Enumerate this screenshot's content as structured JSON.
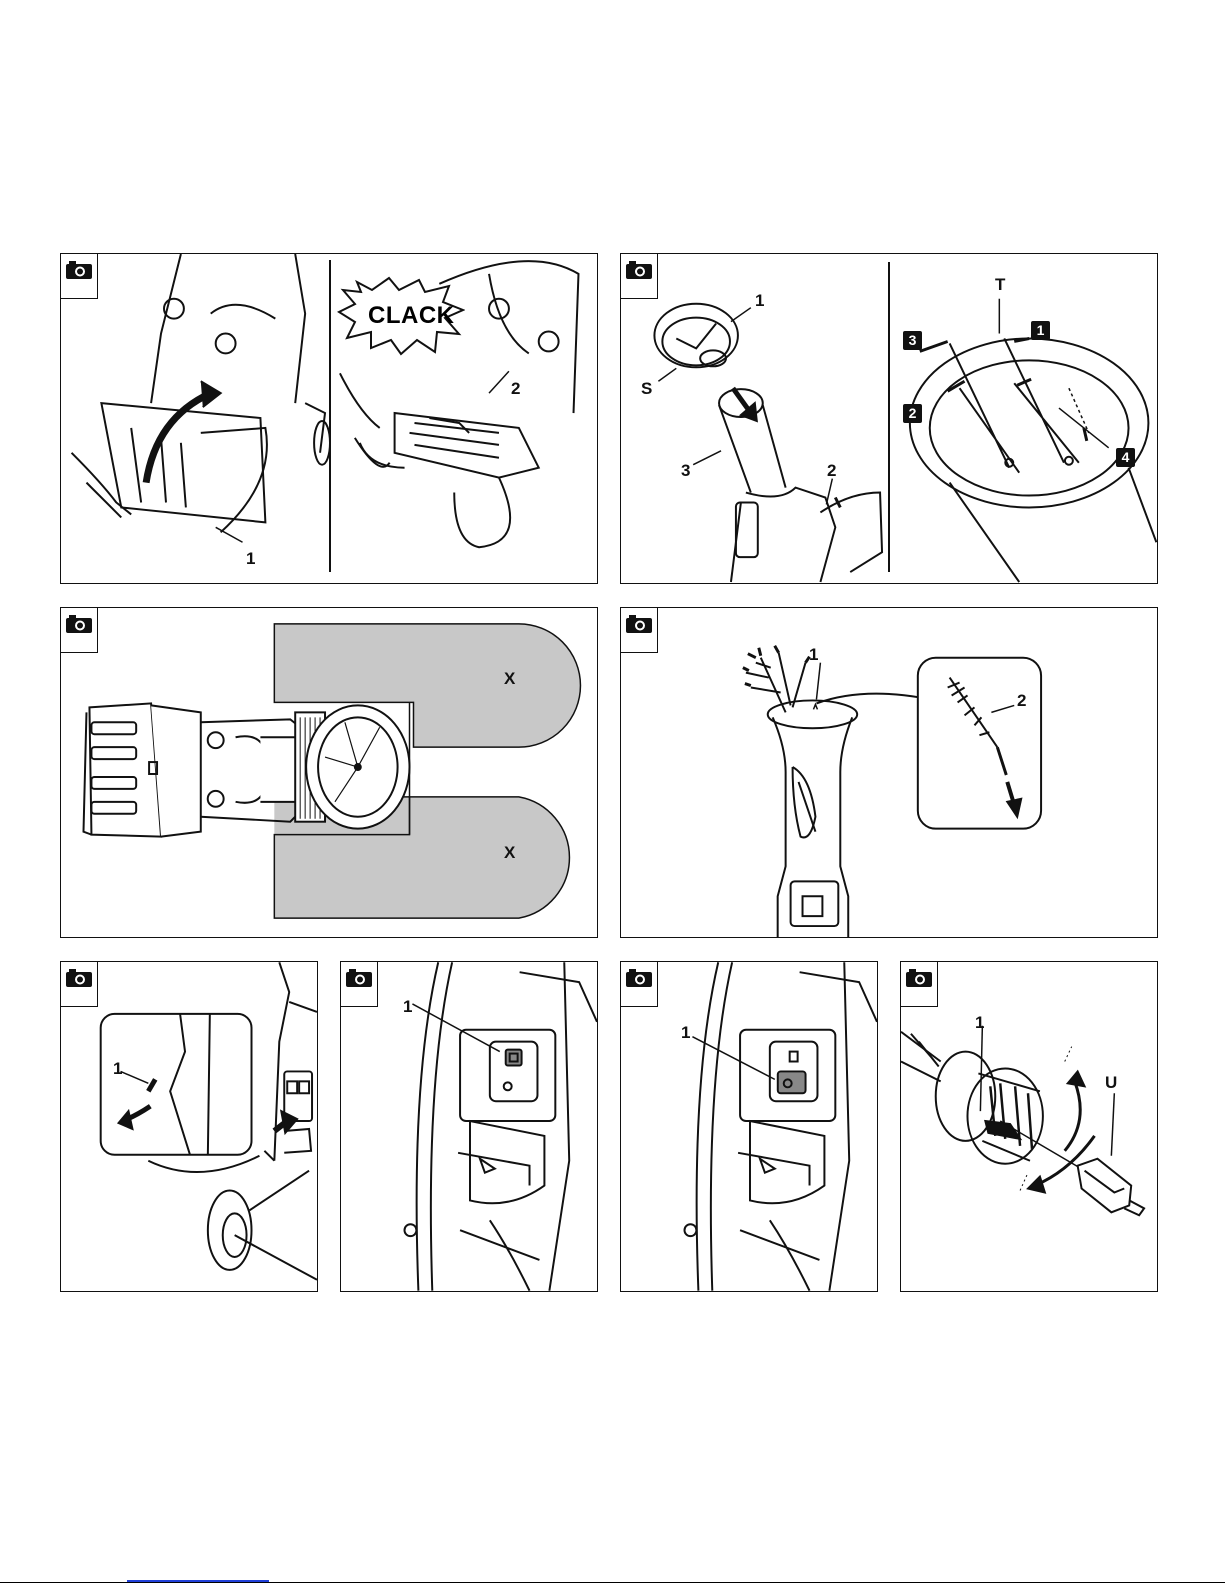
{
  "panels": [
    {
      "id": "p1",
      "labels": {
        "one": "1",
        "two": "2",
        "clack": "CLACK"
      }
    },
    {
      "id": "p2",
      "labels": {
        "one": "1",
        "s": "S",
        "three": "3",
        "two": "2",
        "t": "T",
        "n1": "1",
        "n2": "2",
        "n3": "3",
        "n4": "4"
      }
    },
    {
      "id": "p3",
      "labels": {
        "x1": "X",
        "x2": "X"
      }
    },
    {
      "id": "p4",
      "labels": {
        "one": "1",
        "two": "2"
      }
    },
    {
      "id": "p5",
      "labels": {
        "one": "1"
      }
    },
    {
      "id": "p6",
      "labels": {
        "one": "1"
      }
    },
    {
      "id": "p7",
      "labels": {
        "one": "1"
      }
    },
    {
      "id": "p8",
      "labels": {
        "one": "1",
        "u": "U"
      }
    }
  ],
  "icons": {
    "camera": "camera-icon"
  },
  "colors": {
    "ink": "#111111",
    "zone_gray": "#c8c8c8",
    "link_blue": "#1f3fd8"
  }
}
